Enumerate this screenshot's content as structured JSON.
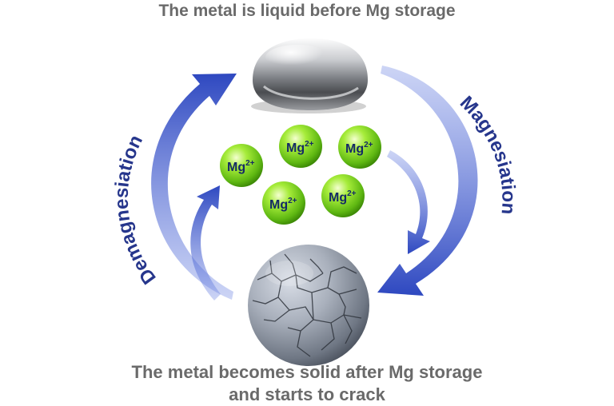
{
  "captions": {
    "top": "The metal is liquid before Mg storage",
    "bottom_line1": "The metal becomes solid after Mg storage",
    "bottom_line2": "and starts to crack"
  },
  "labels": {
    "left": "Demagnesiation",
    "right": "Magnesiation"
  },
  "ion": {
    "base": "Mg",
    "charge": "2+"
  },
  "colors": {
    "arrow": "#3f57c4",
    "ion": "#7bd61b",
    "label_text": "#26368c",
    "caption_text": "#6a6a6a"
  }
}
